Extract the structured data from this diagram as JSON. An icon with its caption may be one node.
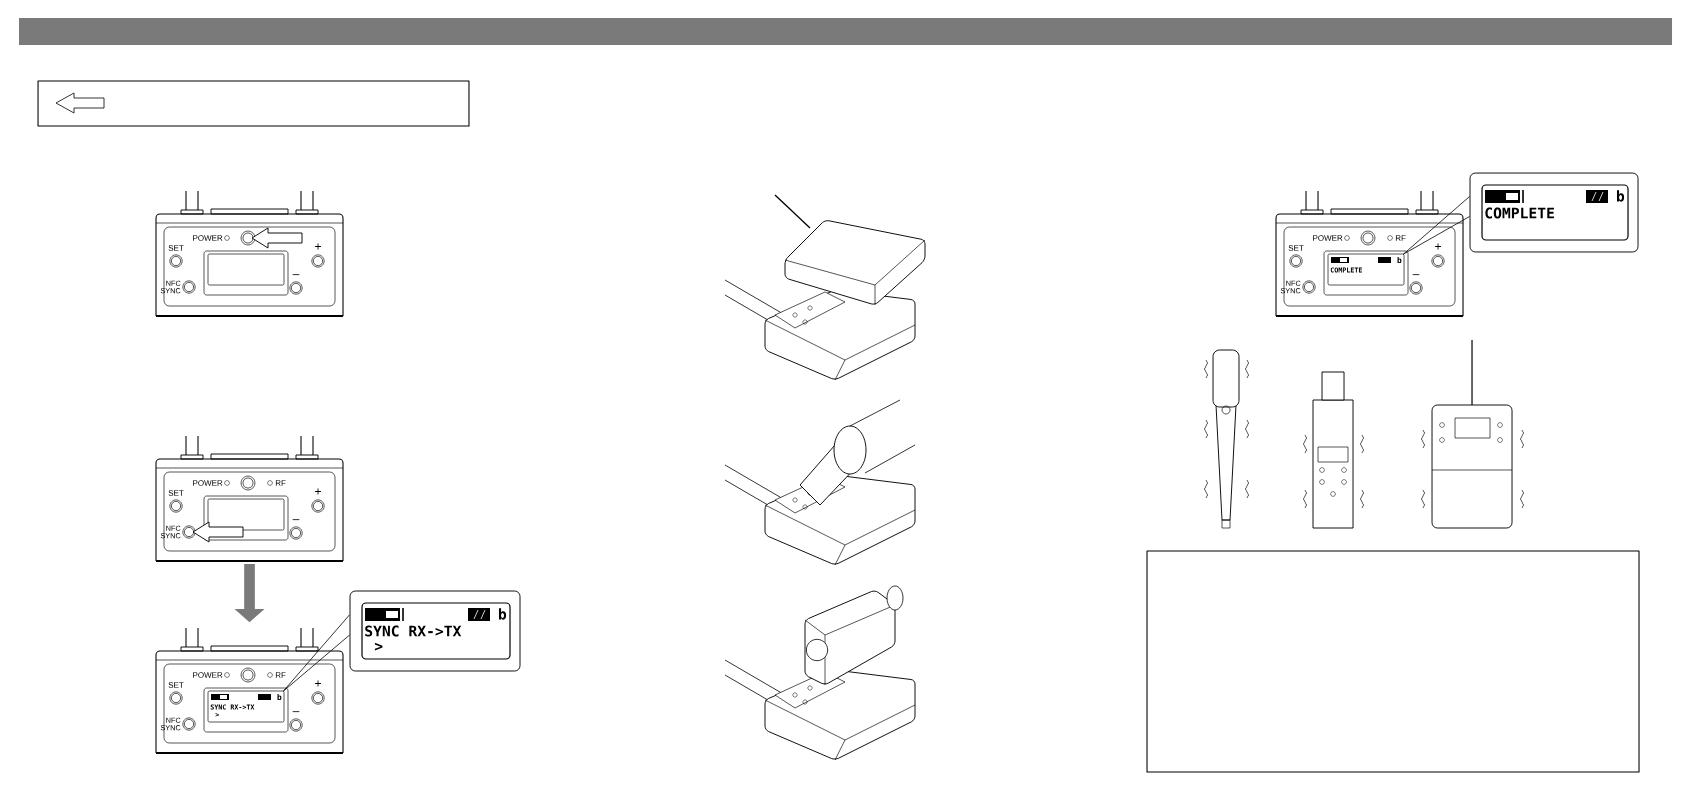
{
  "diagram": {
    "nodes": [
      {
        "text": [],
        "shape": "box"
      },
      {
        "text": [
          "POWER",
          "SET",
          "NFC SYNC",
          "+",
          "–"
        ]
      },
      {
        "text": [
          "POWER",
          "RF",
          "SET",
          "NFC SYNC",
          "+",
          "–"
        ]
      },
      {
        "text": [
          "POWER",
          "RF",
          "SET",
          "NFC SYNC",
          "+",
          "–"
        ]
      },
      {
        "text": [
          "b",
          "SYNC RX->TX",
          ">"
        ],
        "in": 3
      },
      {
        "text": [
          "b",
          "SYNC RX->TX",
          ">"
        ]
      },
      {
        "text": [
          "POWER",
          "RF",
          "SET",
          "NFC SYNC",
          "+",
          "–"
        ]
      },
      {
        "text": [
          "b",
          "COMPLETE"
        ],
        "in": 6
      },
      {
        "text": [
          "b",
          "COMPLETE"
        ]
      },
      {
        "text": [],
        "shape": "box"
      }
    ],
    "edges": [
      {
        "from": 2,
        "to": 3,
        "arrow": "to",
        "style": "thick",
        "color": "#7a7a7a"
      },
      {
        "from": 4,
        "to": 5,
        "arrow": "none"
      },
      {
        "from": 7,
        "to": 8,
        "arrow": "none"
      }
    ]
  }
}
